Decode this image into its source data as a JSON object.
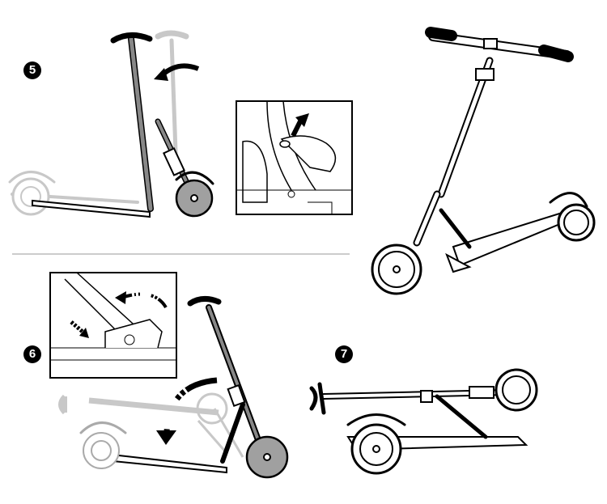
{
  "steps": [
    {
      "number": "5"
    },
    {
      "number": "6"
    },
    {
      "number": "7"
    }
  ],
  "colors": {
    "ink": "#000000",
    "ghost": "#c8c8c8",
    "wheel_fill": "#a0a0a0"
  }
}
